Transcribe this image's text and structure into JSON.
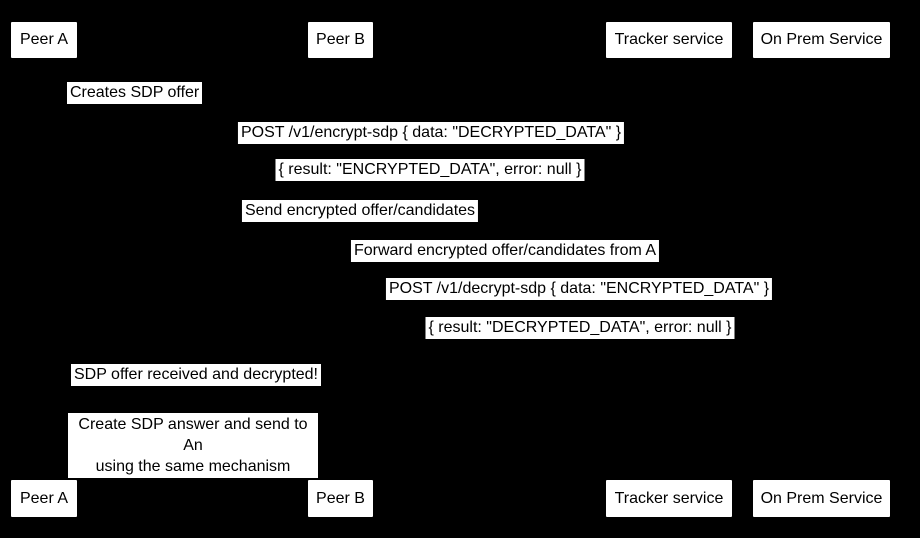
{
  "diagram": {
    "type": "sequence-diagram",
    "background_color": "#000000",
    "box_fill_color": "#ffffff",
    "text_color": "#000000"
  },
  "actors": [
    {
      "label": "Peer A"
    },
    {
      "label": "Peer B"
    },
    {
      "label": "Tracker service"
    },
    {
      "label": "On Prem Service"
    }
  ],
  "messages": [
    {
      "text": "Creates SDP offer"
    },
    {
      "text": "POST /v1/encrypt-sdp { data: \"DECRYPTED_DATA\" }"
    },
    {
      "text": "{ result: \"ENCRYPTED_DATA\", error: null }"
    },
    {
      "text": "Send encrypted offer/candidates"
    },
    {
      "text": "Forward encrypted offer/candidates from A"
    },
    {
      "text": "POST /v1/decrypt-sdp { data: \"ENCRYPTED_DATA\" }"
    },
    {
      "text": "{ result: \"DECRYPTED_DATA\", error: null }"
    },
    {
      "text": "SDP offer received and decrypted!"
    }
  ],
  "note": {
    "line1": "Create SDP answer and send to An",
    "line2": "using the same mechanism"
  }
}
